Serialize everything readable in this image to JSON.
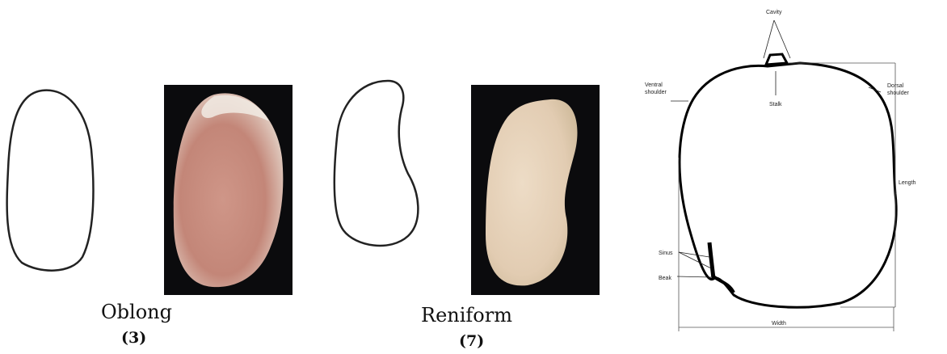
{
  "shapes": [
    {
      "name": "Oblong",
      "code": "(3)"
    },
    {
      "name": "Reniform",
      "code": "(7)"
    }
  ],
  "mango_diagram": {
    "labels": {
      "cavity": "Cavity",
      "ventral_shoulder_1": "Ventral",
      "ventral_shoulder_2": "shoulder",
      "stalk": "Stalk",
      "dorsal_shoulder_1": "Dorsal",
      "dorsal_shoulder_2": "shoulder",
      "length": "Length",
      "sinus": "Sinus",
      "beak": "Beak",
      "width": "Width"
    }
  },
  "colors": {
    "photo_background": "#0b0b0d",
    "oblong_seed": "#c98d82",
    "reniform_seed": "#e9d6bf"
  }
}
